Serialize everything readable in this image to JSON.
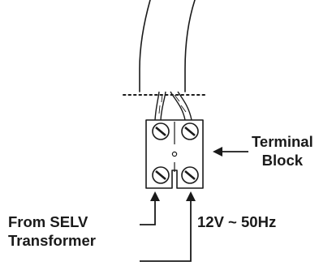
{
  "labels": {
    "terminal": {
      "line1": "Terminal",
      "line2": "Block"
    },
    "source": {
      "line1": "From SELV",
      "line2": "Transformer"
    },
    "voltage": "12V ~ 50Hz"
  },
  "colors": {
    "ink": "#1a1a1a",
    "background": "#ffffff"
  }
}
